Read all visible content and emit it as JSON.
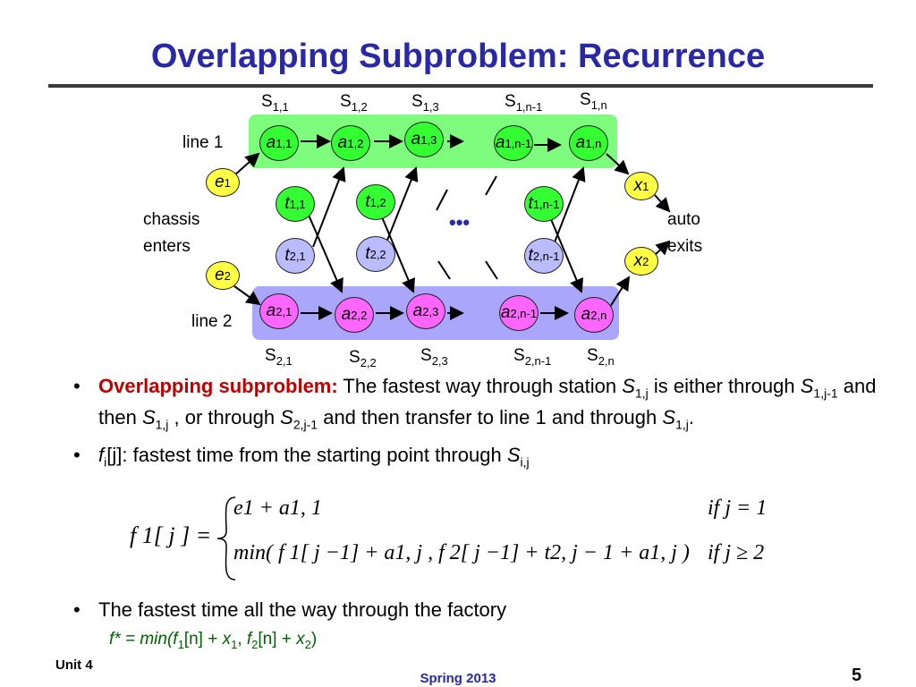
{
  "title": "Overlapping Subproblem: Recurrence",
  "diagram": {
    "line1_label": "line 1",
    "line2_label": "line 2",
    "enter_label_1": "chassis",
    "enter_label_2": "enters",
    "exit_label_1": "auto",
    "exit_label_2": "exits",
    "ellipsis": "•••",
    "stations_top": [
      {
        "base": "S",
        "sub": "1,1"
      },
      {
        "base": "S",
        "sub": "1,2"
      },
      {
        "base": "S",
        "sub": "1,3"
      },
      {
        "base": "S",
        "sub": "1,n-1"
      },
      {
        "base": "S",
        "sub": "1,n"
      }
    ],
    "stations_bottom": [
      {
        "base": "S",
        "sub": "2,1"
      },
      {
        "base": "S",
        "sub": "2,2"
      },
      {
        "base": "S",
        "sub": "2,3"
      },
      {
        "base": "S",
        "sub": "2,n-1"
      },
      {
        "base": "S",
        "sub": "2,n"
      }
    ],
    "line1_nodes": [
      {
        "base": "a",
        "sub": "1,1"
      },
      {
        "base": "a",
        "sub": "1,2"
      },
      {
        "base": "a",
        "sub": "1,3"
      },
      {
        "base": "a",
        "sub": "1,n-1"
      },
      {
        "base": "a",
        "sub": "1,n"
      }
    ],
    "line2_nodes": [
      {
        "base": "a",
        "sub": "2,1"
      },
      {
        "base": "a",
        "sub": "2,2"
      },
      {
        "base": "a",
        "sub": "2,3"
      },
      {
        "base": "a",
        "sub": "2,n-1"
      },
      {
        "base": "a",
        "sub": "2,n"
      }
    ],
    "transfer_top": [
      {
        "base": "t",
        "sub": "1,1"
      },
      {
        "base": "t",
        "sub": "1,2"
      },
      {
        "base": "t",
        "sub": "1,n-1"
      }
    ],
    "transfer_bottom": [
      {
        "base": "t",
        "sub": "2,1"
      },
      {
        "base": "t",
        "sub": "2,2"
      },
      {
        "base": "t",
        "sub": "2,n-1"
      }
    ],
    "entry": [
      {
        "base": "e",
        "sub": "1"
      },
      {
        "base": "e",
        "sub": "2"
      }
    ],
    "exit": [
      {
        "base": "x",
        "sub": "1"
      },
      {
        "base": "x",
        "sub": "2"
      }
    ],
    "colors": {
      "line1_band": "#7dfc7d",
      "line2_band": "#aaa6fb",
      "line1_node": "#33ff33",
      "line2_node": "#ff66ff",
      "t2_node": "#bbbbff",
      "end_node": "#ffff44"
    }
  },
  "bullets": {
    "b1": {
      "lead": "Overlapping subproblem:",
      "t1": " The fastest way through station ",
      "s1": "S",
      "s1sub": "1,j",
      "t2": " is either through ",
      "s2": "S",
      "s2sub": "1,j-1",
      "t3": " and then ",
      "s3": "S",
      "s3sub": "1,j",
      "t4": " , or through ",
      "s4": "S",
      "s4sub": "2,j-1",
      "t5": " and then transfer to line 1 and through ",
      "s5": "S",
      "s5sub": "1,j",
      "t6": "."
    },
    "b2": {
      "f": "f",
      "fsub": "i",
      "idx": "[j]",
      "text": ": fastest time from the starting point through ",
      "s": "S",
      "ssub": "i,j"
    },
    "b3": "The fastest time all the way through the factory"
  },
  "formula": {
    "lhs": "f 1[ j ] =",
    "case1": "e1 + a1, 1",
    "cond1": "if  j = 1",
    "case2": "min( f 1[ j −1] + a1, j , f 2[ j −1] + t2, j − 1 + a1, j )",
    "cond2": "if  j ≥ 2"
  },
  "fstar": {
    "p1": "f* = min(",
    "f1": "f",
    "f1sub": "1",
    "i1": "[n] + ",
    "x1": "x",
    "x1sub": "1",
    "c": ", ",
    "f2": "f",
    "f2sub": "2",
    "i2": "[n] + ",
    "x2": "x",
    "x2sub": "2",
    "end": ")"
  },
  "footer": {
    "left": "Unit 4",
    "center": "Spring 2013",
    "page": "5"
  }
}
